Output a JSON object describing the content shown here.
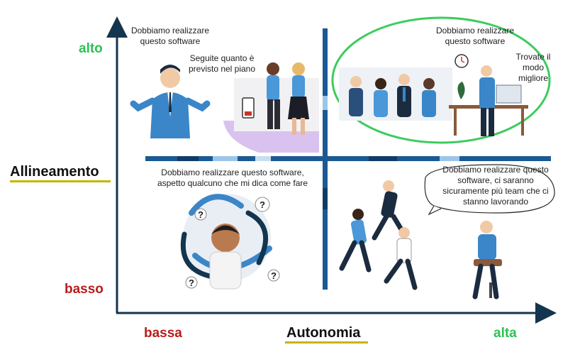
{
  "axes": {
    "y_title": "Allineamento",
    "x_title": "Autonomia",
    "y_high": "alto",
    "y_low": "basso",
    "x_low": "bassa",
    "x_high": "alta"
  },
  "colors": {
    "green": "#2fbf55",
    "red": "#b81c1c",
    "axis": "#13354f",
    "divider": "#1a5a94",
    "highlight_ring": "#3ccc5e",
    "shirt_blue": "#3a86c8",
    "underline": "#c9b400"
  },
  "quadrants": {
    "top_left": {
      "speech_1": "Dobbiamo realizzare questo software",
      "speech_2": "Seguite quanto è previsto nel piano",
      "icon": "manager-and-walking-team-illustration"
    },
    "top_right": {
      "speech_1": "Dobbiamo realizzare questo software",
      "speech_2": "Trovate il modo migliore",
      "icon": "empowered-team-illustration"
    },
    "bottom_left": {
      "speech_1": "Dobbiamo realizzare questo software, aspetto qualcuno che mi dica come fare",
      "icon": "confused-person-illustration"
    },
    "bottom_right": {
      "speech_1": "Dobbiamo realizzare questo software, ci saranno sicuramente più team che ci stanno lavorando",
      "icon": "running-people-and-relaxed-manager-illustration"
    }
  }
}
